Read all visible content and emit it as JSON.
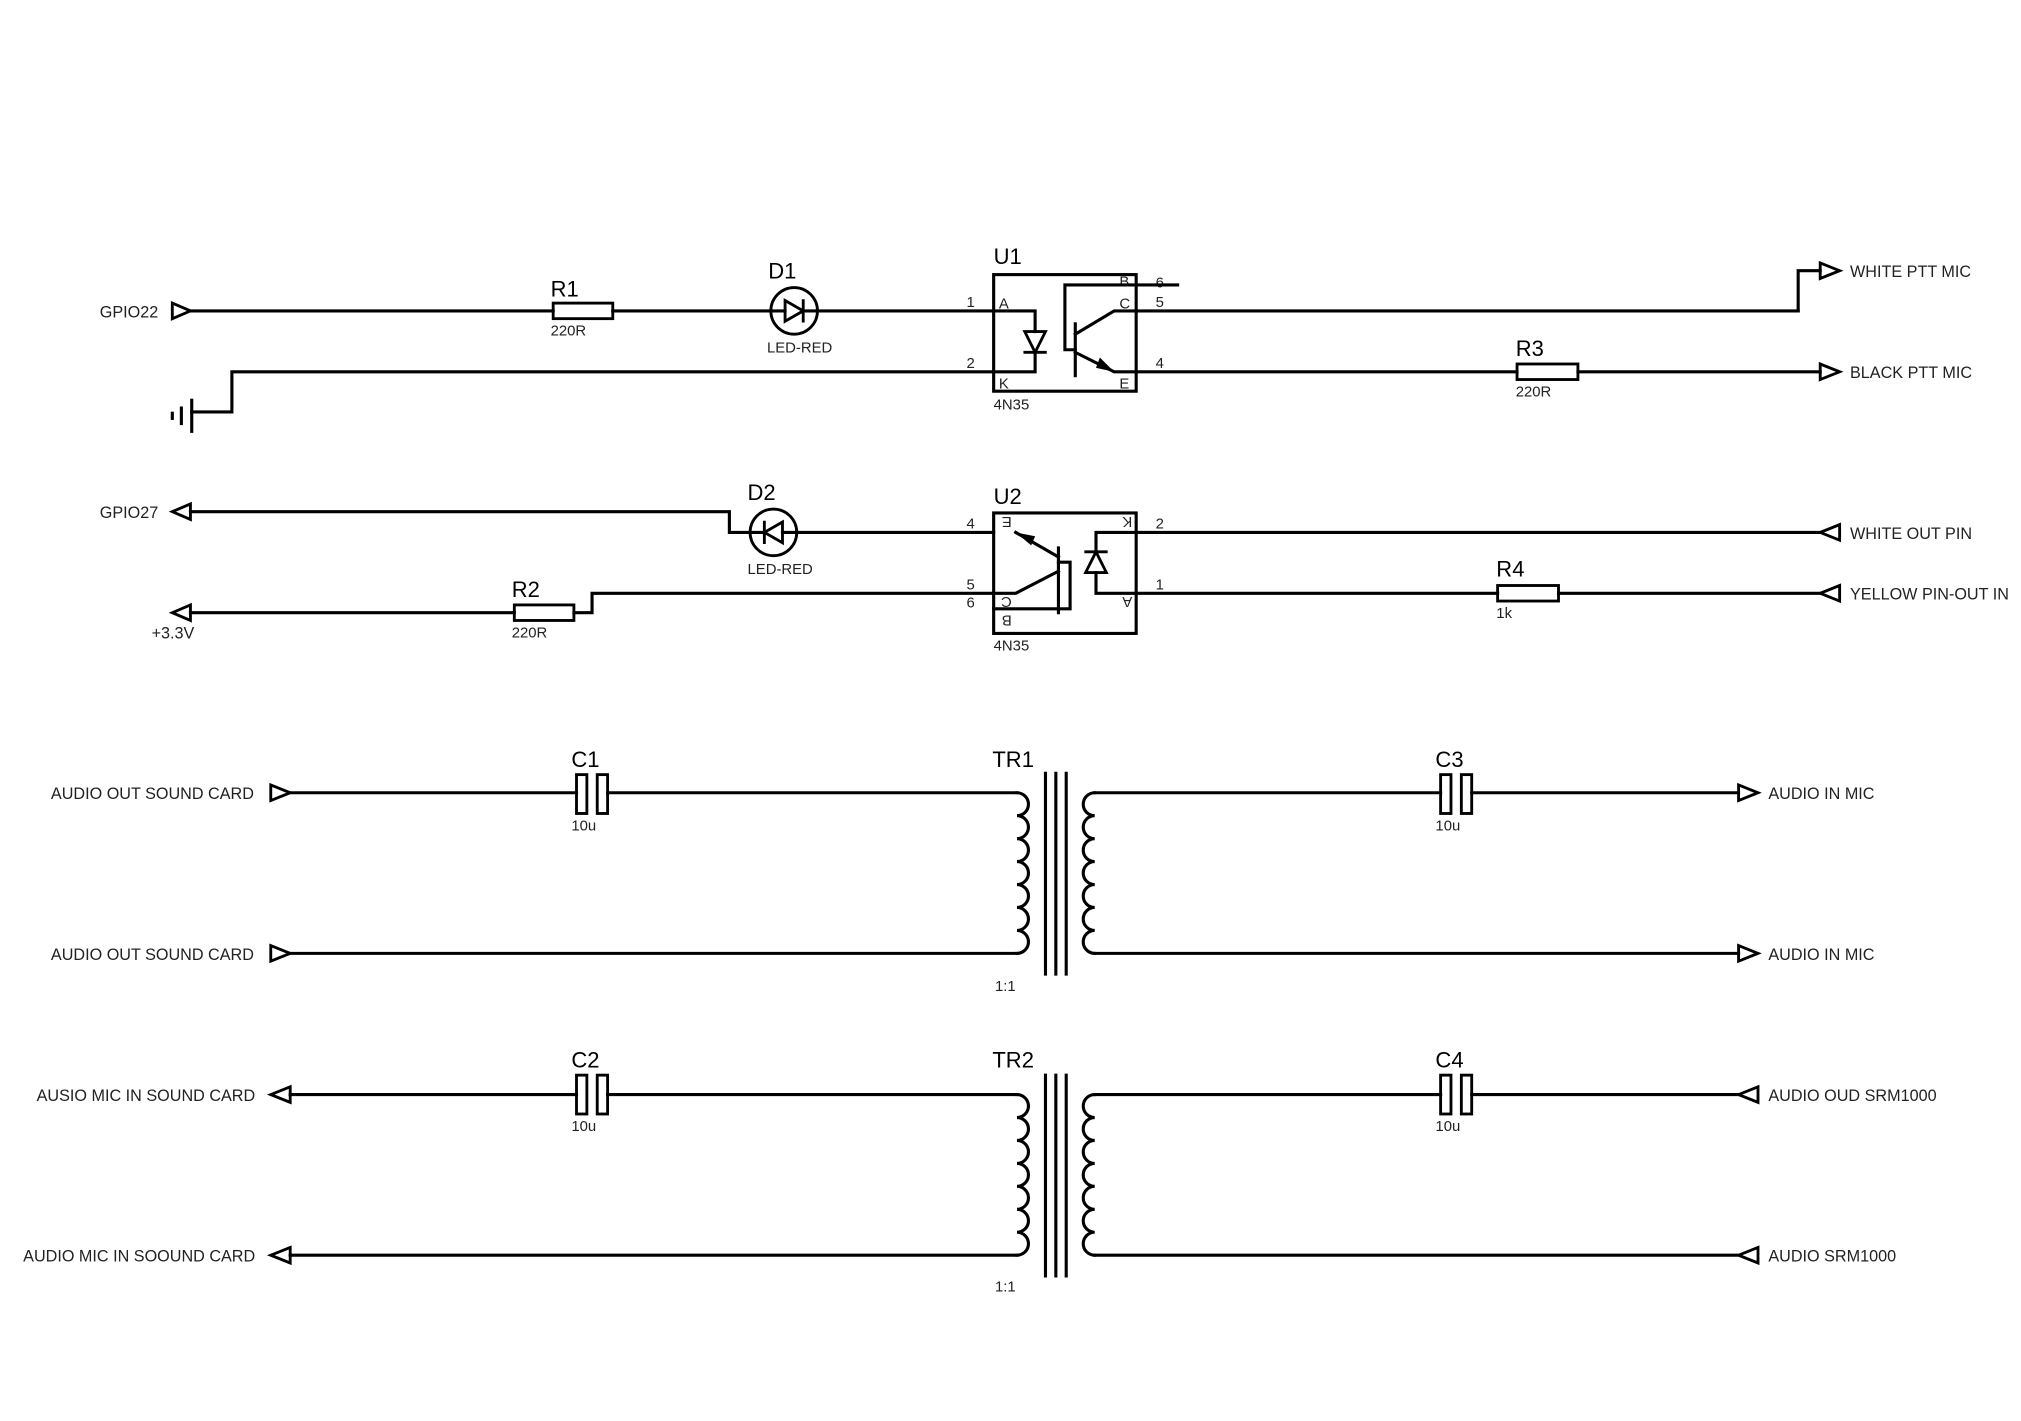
{
  "ports": {
    "gpio22": "GPIO22",
    "gpio27": "GPIO27",
    "v33": "+3.3V",
    "white_ptt": "WHITE PTT MIC",
    "black_ptt": "BLACK PTT MIC",
    "white_out": "WHITE OUT PIN",
    "yellow_in": "YELLOW PIN-OUT IN",
    "audio_out_1": "AUDIO OUT SOUND CARD",
    "audio_out_2": "AUDIO OUT SOUND CARD",
    "audio_in_mic_1": "AUDIO IN MIC",
    "audio_in_mic_2": "AUDIO IN MIC",
    "mic_in_1": "AUSIO MIC IN SOUND CARD",
    "mic_in_2": "AUDIO MIC IN SOOUND CARD",
    "srm_1": "AUDIO OUD SRM1000",
    "srm_2": "AUDIO SRM1000"
  },
  "parts": {
    "R1": {
      "ref": "R1",
      "value": "220R"
    },
    "R2": {
      "ref": "R2",
      "value": "220R"
    },
    "R3": {
      "ref": "R3",
      "value": "220R"
    },
    "R4": {
      "ref": "R4",
      "value": "1k"
    },
    "D1": {
      "ref": "D1",
      "value": "LED-RED"
    },
    "D2": {
      "ref": "D2",
      "value": "LED-RED"
    },
    "U1": {
      "ref": "U1",
      "value": "4N35",
      "pins": {
        "A": "A",
        "K": "K",
        "B": "B",
        "C": "C",
        "E": "E",
        "p1": "1",
        "p2": "2",
        "p4": "4",
        "p5": "5",
        "p6": "6"
      }
    },
    "U2": {
      "ref": "U2",
      "value": "4N35",
      "pins": {
        "E": "E",
        "C": "C",
        "B": "B",
        "K": "K",
        "A": "A",
        "p1": "1",
        "p2": "2",
        "p4": "4",
        "p5": "5",
        "p6": "6"
      }
    },
    "C1": {
      "ref": "C1",
      "value": "10u"
    },
    "C2": {
      "ref": "C2",
      "value": "10u"
    },
    "C3": {
      "ref": "C3",
      "value": "10u"
    },
    "C4": {
      "ref": "C4",
      "value": "10u"
    },
    "TR1": {
      "ref": "TR1",
      "ratio": "1:1"
    },
    "TR2": {
      "ref": "TR2",
      "ratio": "1:1"
    }
  }
}
